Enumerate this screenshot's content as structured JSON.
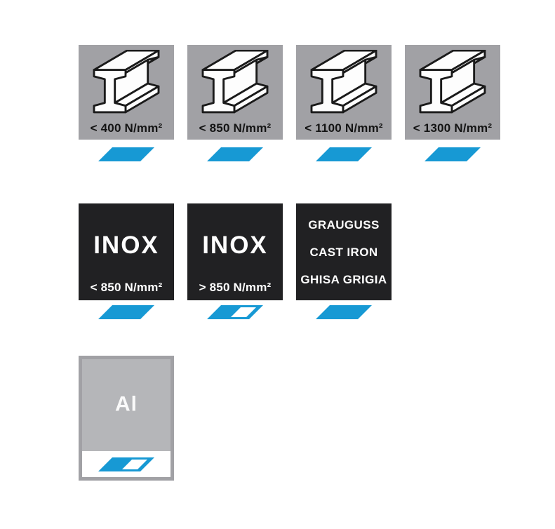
{
  "palette": {
    "tile_gray": "#a1a1a5",
    "tile_gray_light": "#b5b6b9",
    "tile_black": "#212123",
    "accent_blue": "#1799d4",
    "label_dark": "#141414",
    "label_light": "#ffffff"
  },
  "icons": {
    "material": "i-beam-icon",
    "marker": "parallelogram-marker"
  },
  "tiles": [
    {
      "id": "steel-lt-400",
      "material": "steel",
      "label": "< 400 N/mm²",
      "marker": "full"
    },
    {
      "id": "steel-lt-850",
      "material": "steel",
      "label": "< 850 N/mm²",
      "marker": "full"
    },
    {
      "id": "steel-lt-1100",
      "material": "steel",
      "label": "< 1100 N/mm²",
      "marker": "full"
    },
    {
      "id": "steel-lt-1300",
      "material": "steel",
      "label": "< 1300 N/mm²",
      "marker": "full"
    },
    {
      "id": "inox-lt-850",
      "material": "stainless",
      "title": "INOX",
      "label": "< 850 N/mm²",
      "marker": "full"
    },
    {
      "id": "inox-gt-850",
      "material": "stainless",
      "title": "INOX",
      "label": "> 850 N/mm²",
      "marker": "half"
    },
    {
      "id": "cast-iron",
      "material": "cast-iron",
      "lines": [
        "GRAUGUSS",
        "CAST IRON",
        "GHISA GRIGIA"
      ],
      "marker": "full"
    },
    {
      "id": "aluminium",
      "material": "aluminium",
      "title": "Al",
      "marker": "half"
    }
  ]
}
